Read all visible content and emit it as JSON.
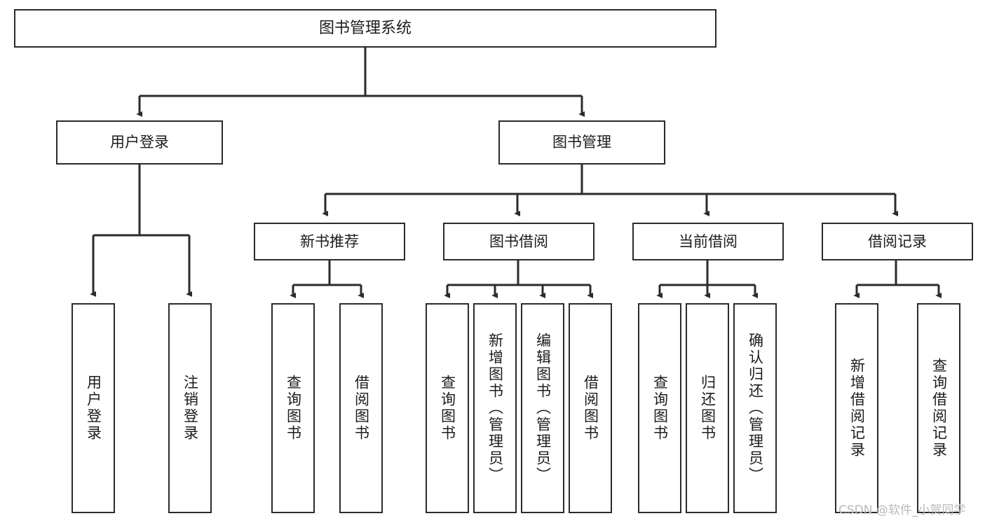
{
  "diagram": {
    "title": "图书管理系统",
    "type": "hierarchy-tree",
    "orientation": "top-down",
    "colors": {
      "box_border": "#2b2b2b",
      "box_fill": "#ffffff",
      "connector": "#2b2b2b",
      "text": "#1c1c1c",
      "watermark": "#b9b9b9",
      "background": "#ffffff"
    },
    "nodes": {
      "root": {
        "label": "图书管理系统"
      },
      "level1": [
        {
          "label": "用户登录"
        },
        {
          "label": "图书管理"
        }
      ],
      "level2": [
        {
          "label": "新书推荐"
        },
        {
          "label": "图书借阅"
        },
        {
          "label": "当前借阅"
        },
        {
          "label": "借阅记录"
        }
      ],
      "leaves": {
        "user_login": [
          {
            "label": "用户登录"
          },
          {
            "label": "注销登录"
          }
        ],
        "new_book_recommend": [
          {
            "label": "查询图书"
          },
          {
            "label": "借阅图书"
          }
        ],
        "book_borrow": [
          {
            "label": "查询图书"
          },
          {
            "label": "新增图书（管理员）"
          },
          {
            "label": "编辑图书（管理员）"
          },
          {
            "label": "借阅图书"
          }
        ],
        "current_borrow": [
          {
            "label": "查询图书"
          },
          {
            "label": "归还图书"
          },
          {
            "label": "确认归还（管理员）"
          }
        ],
        "borrow_record": [
          {
            "label": "新增借阅记录"
          },
          {
            "label": "查询借阅记录"
          }
        ]
      }
    },
    "watermark": "CSDN @软件_小贺同学"
  }
}
